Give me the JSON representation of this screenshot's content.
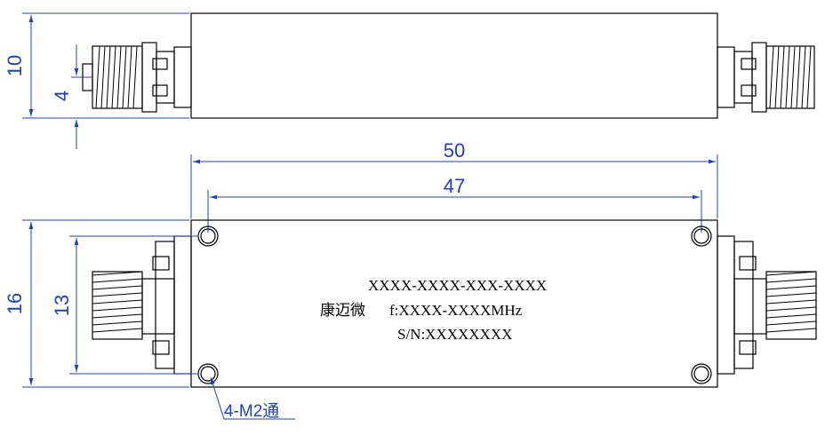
{
  "colors": {
    "outline": "#000000",
    "dimension": "#1f3fbf",
    "background": "#ffffff"
  },
  "dimensions": {
    "height_side": "10",
    "connector_pin": "4",
    "length_total": "50",
    "hole_spacing_length": "47",
    "width_total": "16",
    "hole_spacing_width": "13",
    "mounting_holes": "4-M2通"
  },
  "label": {
    "part_number": "XXXX-XXXX-XXX-XXXX",
    "brand": "康迈微",
    "frequency": "f:XXXX-XXXXMHz",
    "serial": "S/N:XXXXXXXX"
  }
}
